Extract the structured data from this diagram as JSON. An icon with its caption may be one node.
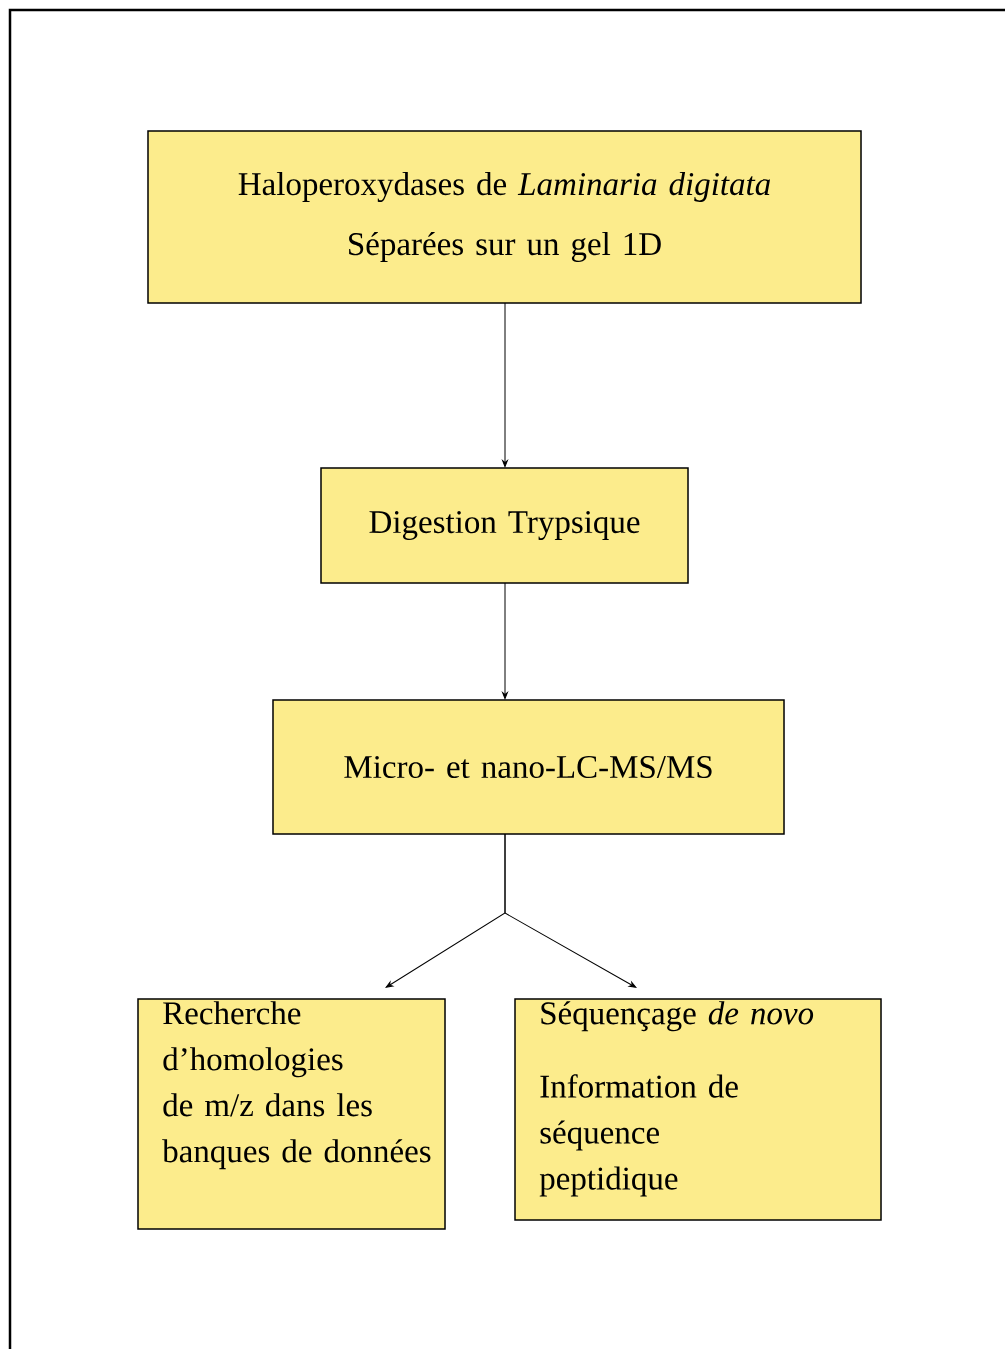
{
  "diagram": {
    "nodes": [
      {
        "text": [
          "Haloperoxydases de *Laminaria digitata*",
          "Séparées sur un gel 1D"
        ]
      },
      {
        "text": [
          "Digestion Trypsique"
        ]
      },
      {
        "text": [
          "Micro- et nano-LC-MS/MS"
        ]
      },
      {
        "text": [
          "Recherche d’homologies de m/z dans les banques de données"
        ]
      },
      {
        "text": [
          "Séquençage *de novo*",
          "Information de séquence peptidique"
        ]
      }
    ],
    "edges": [
      {
        "from": 0,
        "to": 1,
        "arrow": "to"
      },
      {
        "from": 1,
        "to": 2,
        "arrow": "to"
      },
      {
        "from": 2,
        "to": 3,
        "arrow": "to"
      },
      {
        "from": 2,
        "to": 4,
        "arrow": "to"
      }
    ]
  }
}
